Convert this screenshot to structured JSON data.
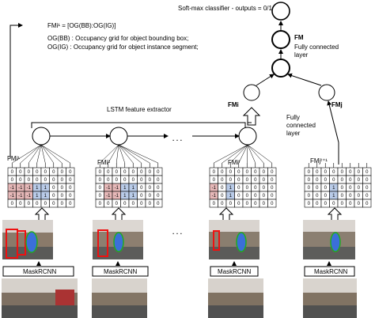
{
  "header": {
    "classifier": "Soft-max classifier - outputs = 0/1",
    "fm_label": "FM",
    "fc_top": "Fully connected",
    "fc_top2": "layer"
  },
  "legend": {
    "formula": "FMi¹ = [OG(BB):OG(IG)]",
    "og_bb": "OG(BB) : Occupancy grid for object bounding box;",
    "og_ig": "OG(IG) : Occupancy grid for object instance segment;"
  },
  "lstm": {
    "label": "LSTM feature extractor",
    "ellipsis": "· · ·"
  },
  "fm_nodes": {
    "fm_i": "FMi",
    "fm_j": "FMj"
  },
  "fc_right": {
    "line1": "Fully",
    "line2": "connected",
    "line3": "layer"
  },
  "columns": [
    {
      "label": "FMi¹",
      "maskrcnn": "MaskRCNN"
    },
    {
      "label": "FMi²",
      "maskrcnn": "MaskRCNN"
    },
    {
      "label": "FMiᵗ",
      "maskrcnn": "MaskRCNN"
    },
    {
      "label": "FMjᵗ⁺¹",
      "maskrcnn": "MaskRCNN"
    }
  ],
  "grids": [
    [
      [
        "0",
        "0",
        "0",
        "0",
        "0",
        "0",
        "0",
        "0"
      ],
      [
        "0",
        "0",
        "0",
        "0",
        "0",
        "0",
        "0",
        "0"
      ],
      [
        "-1",
        "-1",
        "-1",
        "1",
        "1",
        "0",
        "0",
        "0"
      ],
      [
        "-1",
        "-1",
        "-1",
        "1",
        "1",
        "0",
        "0",
        "0"
      ],
      [
        "0",
        "0",
        "0",
        "0",
        "0",
        "0",
        "0",
        "0"
      ]
    ],
    [
      [
        "0",
        "0",
        "0",
        "0",
        "0",
        "0",
        "0",
        "0"
      ],
      [
        "0",
        "0",
        "0",
        "0",
        "0",
        "0",
        "0",
        "0"
      ],
      [
        "0",
        "-1",
        "-1",
        "1",
        "1",
        "0",
        "0",
        "0"
      ],
      [
        "0",
        "-1",
        "-1",
        "1",
        "1",
        "0",
        "0",
        "0"
      ],
      [
        "0",
        "0",
        "0",
        "0",
        "0",
        "0",
        "0",
        "0"
      ]
    ],
    [
      [
        "0",
        "0",
        "0",
        "0",
        "0",
        "0",
        "0",
        "0"
      ],
      [
        "0",
        "0",
        "0",
        "0",
        "0",
        "0",
        "0",
        "0"
      ],
      [
        "-1",
        "0",
        "1",
        "0",
        "0",
        "0",
        "0",
        "0"
      ],
      [
        "-1",
        "0",
        "1",
        "0",
        "0",
        "0",
        "0",
        "0"
      ],
      [
        "0",
        "0",
        "0",
        "0",
        "0",
        "0",
        "0",
        "0"
      ]
    ],
    [
      [
        "0",
        "0",
        "0",
        "0",
        "0",
        "0",
        "0",
        "0"
      ],
      [
        "0",
        "0",
        "0",
        "0",
        "0",
        "0",
        "0",
        "0"
      ],
      [
        "0",
        "0",
        "0",
        "1",
        "0",
        "0",
        "0",
        "0"
      ],
      [
        "0",
        "0",
        "0",
        "1",
        "0",
        "0",
        "0",
        "0"
      ],
      [
        "0",
        "0",
        "0",
        "0",
        "0",
        "0",
        "0",
        "0"
      ]
    ]
  ],
  "colors": {
    "negative": "#e6b8b8",
    "positive": "#b9cbe8",
    "line": "#000000"
  }
}
